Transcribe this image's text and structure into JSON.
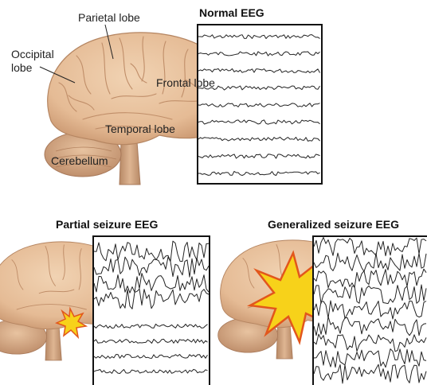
{
  "normal_panel": {
    "title": "Normal EEG",
    "labels": {
      "parietal": "Parietal lobe",
      "occipital": "Occipital\nlobe",
      "frontal": "Frontal lobe",
      "temporal": "Temporal lobe",
      "cerebellum": "Cerebellum"
    }
  },
  "partial_panel": {
    "title": "Partial seizure EEG"
  },
  "generalized_panel": {
    "title": "Generalized seizure EEG"
  },
  "colors": {
    "brain_fill": "#e9c4a0",
    "brain_shadow": "#c99877",
    "seizure_fill": "#f7d21a",
    "seizure_outline": "#e2561c",
    "trace": "#222222"
  }
}
